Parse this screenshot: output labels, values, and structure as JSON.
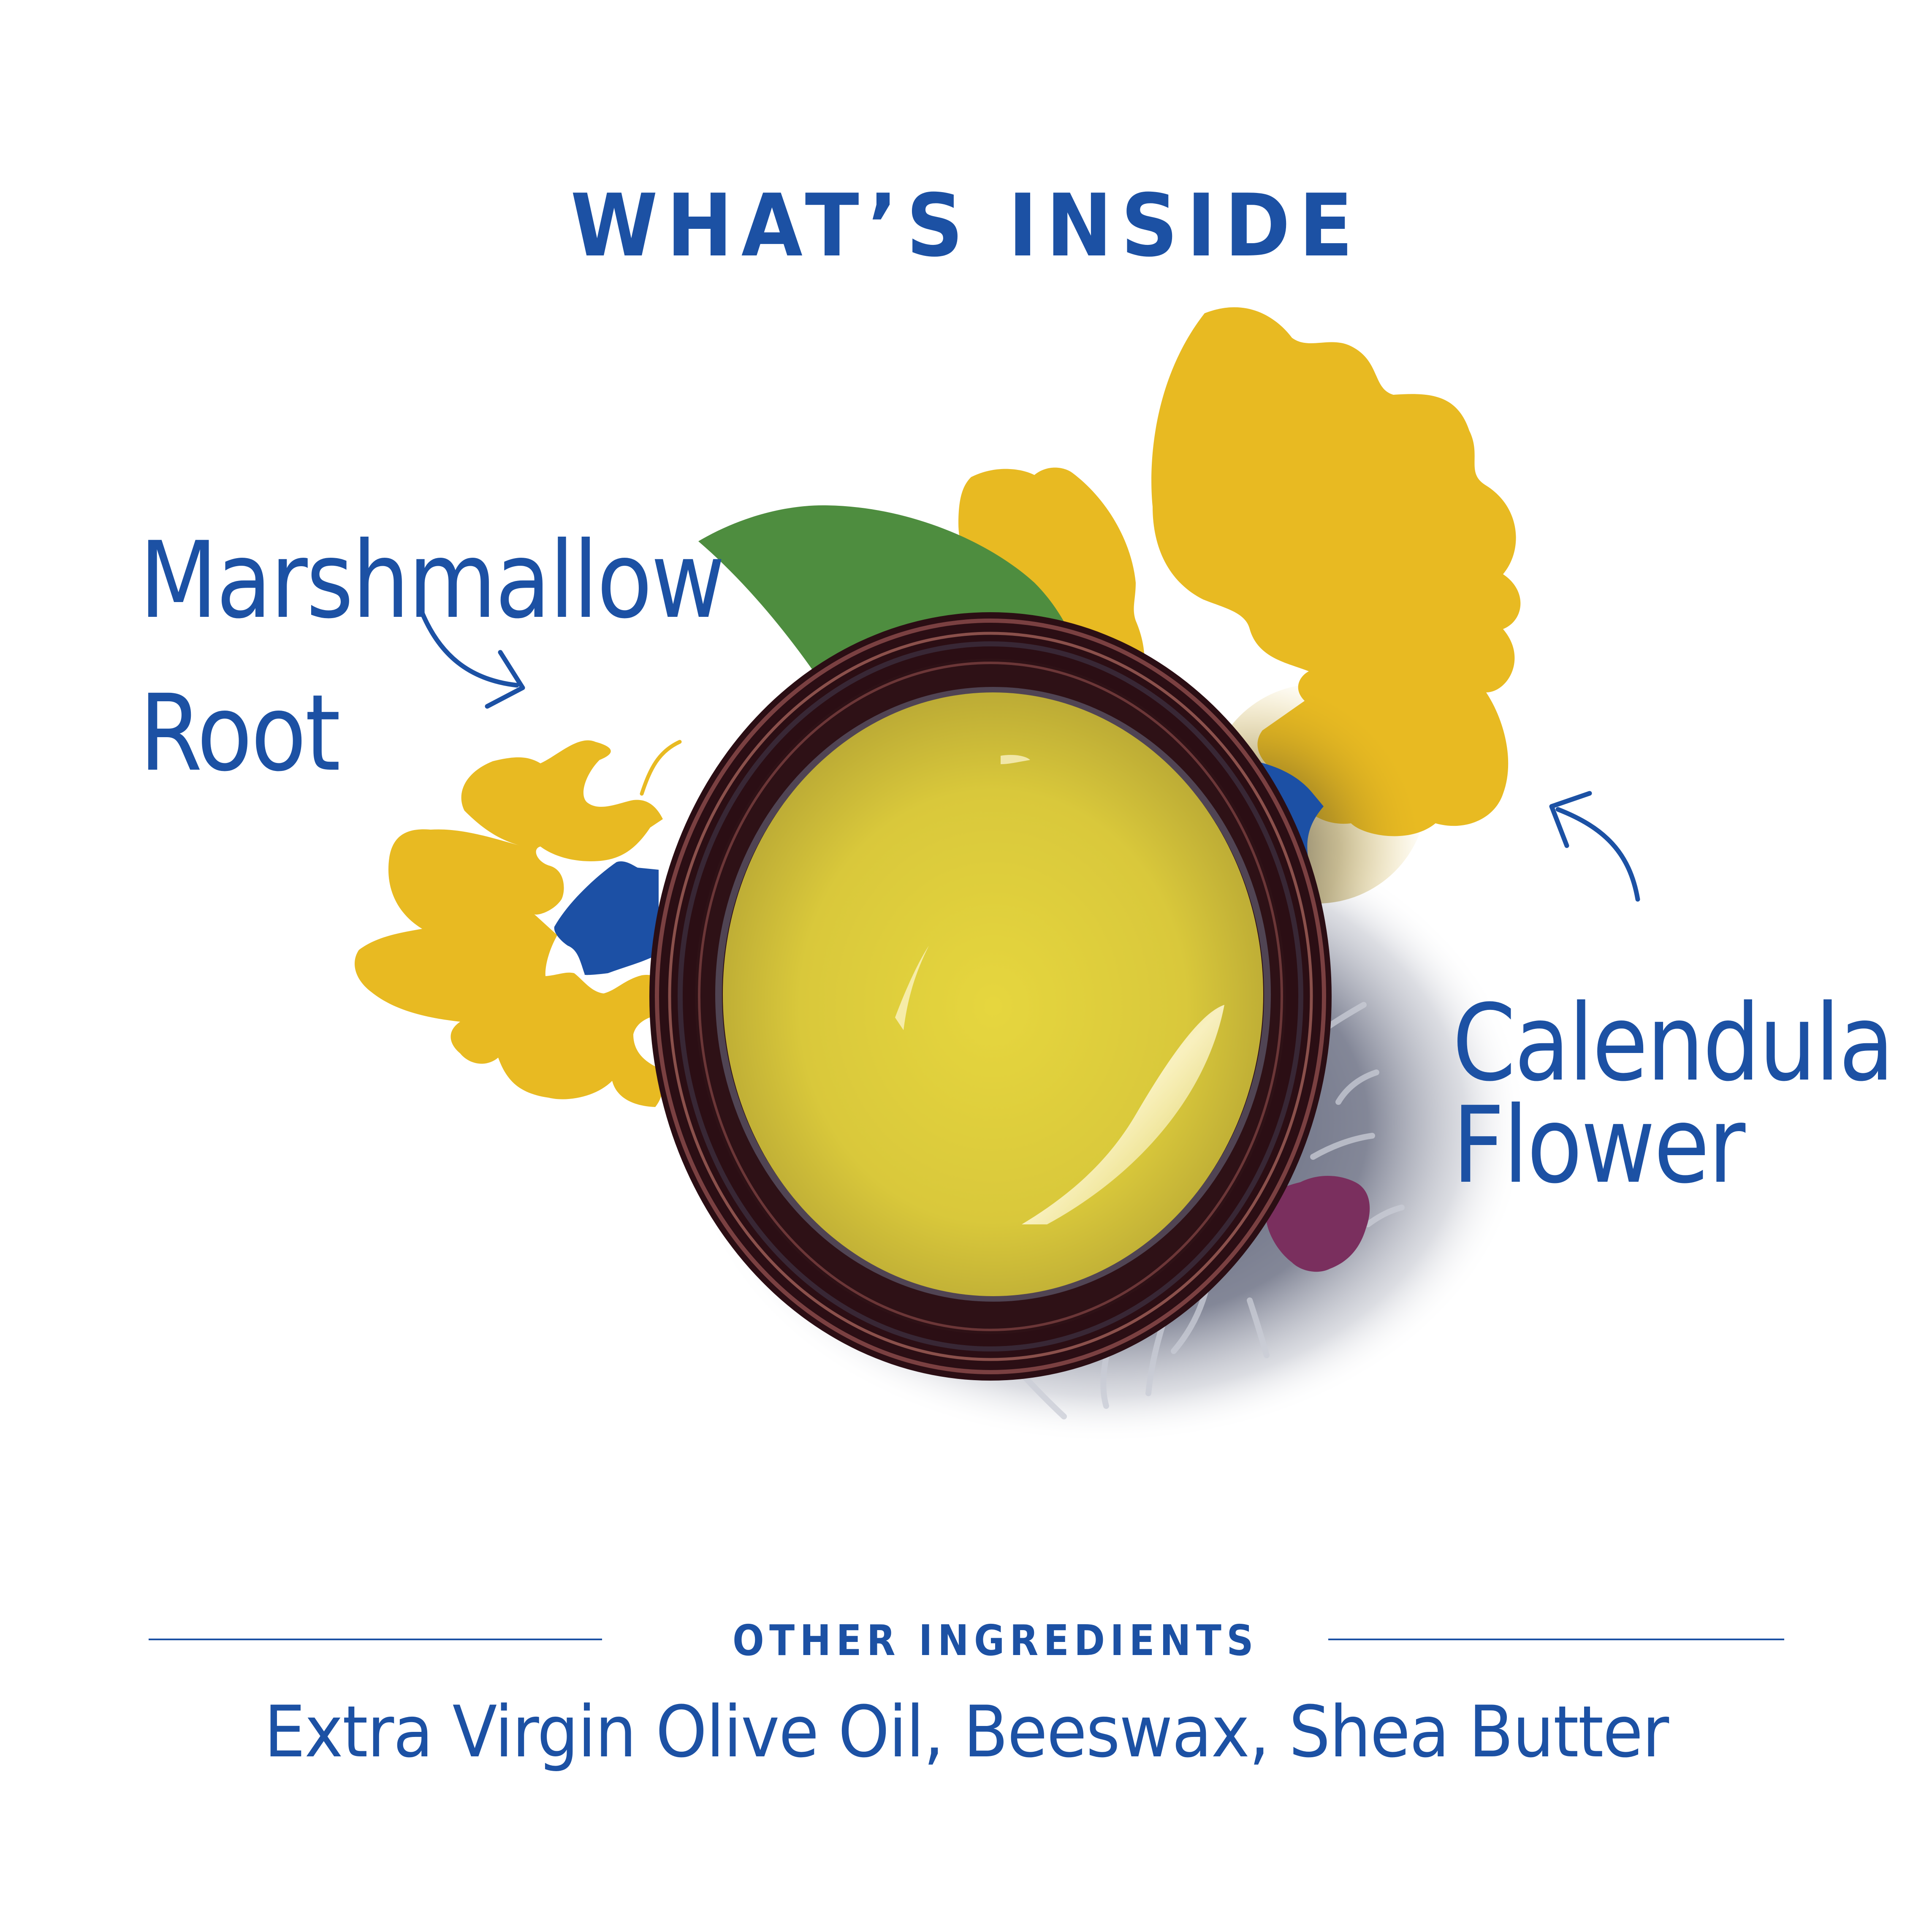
{
  "header": {
    "title": "WHAT’S INSIDE"
  },
  "callouts": [
    {
      "line1": "Marshmallow",
      "line2": "Root",
      "side": "left",
      "arrow": "arrow-down-right"
    },
    {
      "line1": "Calendula",
      "line2": "Flower",
      "side": "right",
      "arrow": "arrow-up-left"
    }
  ],
  "other_ingredients": {
    "heading": "OTHER INGREDIENTS",
    "list": "Extra Virgin Olive Oil, Beeswax, Shea Butter"
  },
  "illustration": {
    "subject": "open jar of yellow balm surrounded by flat botanical shapes",
    "colors": {
      "text_blue": "#1C51A4",
      "petal_yellow": "#E8BA22",
      "leaf_green": "#4E8D3F",
      "petal_blue": "#1C50A5",
      "petal_magenta": "#AD3A74",
      "petal_plum": "#7A2F5E",
      "jar_rim": "#2B0E14",
      "balm_yellow": "#D8C83A",
      "shadow": "#4B5068"
    }
  }
}
